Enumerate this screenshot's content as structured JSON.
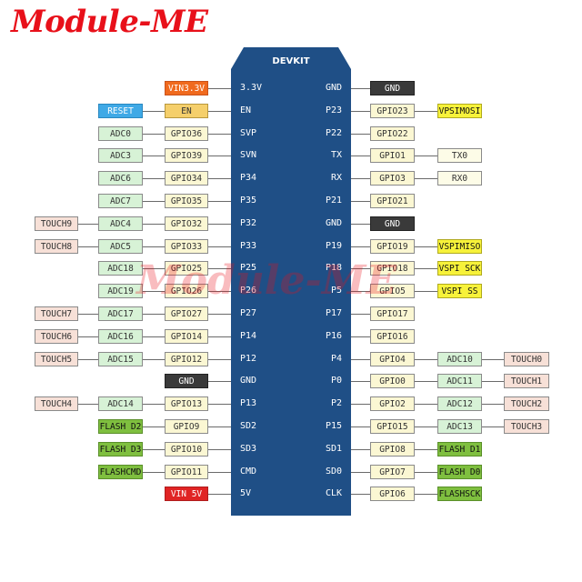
{
  "logo": "Module-ME",
  "watermark": "Module-ME",
  "board": {
    "title": "DEVKIT"
  },
  "left_rows": [
    {
      "pin": "3.3V",
      "gpio": {
        "text": "VIN3.3V",
        "style": "power"
      },
      "adc": null,
      "touch": null
    },
    {
      "pin": "EN",
      "gpio": {
        "text": "EN",
        "style": "en"
      },
      "adc": {
        "text": "RESET",
        "style": "reset"
      },
      "touch": null
    },
    {
      "pin": "SVP",
      "gpio": {
        "text": "GPIO36",
        "style": "gpio"
      },
      "adc": {
        "text": "ADC0",
        "style": "adc"
      },
      "touch": null
    },
    {
      "pin": "SVN",
      "gpio": {
        "text": "GPIO39",
        "style": "gpio"
      },
      "adc": {
        "text": "ADC3",
        "style": "adc"
      },
      "touch": null
    },
    {
      "pin": "P34",
      "gpio": {
        "text": "GPIO34",
        "style": "gpio"
      },
      "adc": {
        "text": "ADC6",
        "style": "adc"
      },
      "touch": null
    },
    {
      "pin": "P35",
      "gpio": {
        "text": "GPIO35",
        "style": "gpio"
      },
      "adc": {
        "text": "ADC7",
        "style": "adc"
      },
      "touch": null
    },
    {
      "pin": "P32",
      "gpio": {
        "text": "GPIO32",
        "style": "gpio"
      },
      "adc": {
        "text": "ADC4",
        "style": "adc"
      },
      "touch": {
        "text": "TOUCH9",
        "style": "touch"
      }
    },
    {
      "pin": "P33",
      "gpio": {
        "text": "GPIO33",
        "style": "gpio"
      },
      "adc": {
        "text": "ADC5",
        "style": "adc"
      },
      "touch": {
        "text": "TOUCH8",
        "style": "touch"
      }
    },
    {
      "pin": "P25",
      "gpio": {
        "text": "GPIO25",
        "style": "gpio"
      },
      "adc": {
        "text": "ADC18",
        "style": "adc"
      },
      "touch": null
    },
    {
      "pin": "P26",
      "gpio": {
        "text": "GPIO26",
        "style": "gpio"
      },
      "adc": {
        "text": "ADC19",
        "style": "adc"
      },
      "touch": null
    },
    {
      "pin": "P27",
      "gpio": {
        "text": "GPIO27",
        "style": "gpio"
      },
      "adc": {
        "text": "ADC17",
        "style": "adc"
      },
      "touch": {
        "text": "TOUCH7",
        "style": "touch"
      }
    },
    {
      "pin": "P14",
      "gpio": {
        "text": "GPIO14",
        "style": "gpio"
      },
      "adc": {
        "text": "ADC16",
        "style": "adc"
      },
      "touch": {
        "text": "TOUCH6",
        "style": "touch"
      }
    },
    {
      "pin": "P12",
      "gpio": {
        "text": "GPIO12",
        "style": "gpio"
      },
      "adc": {
        "text": "ADC15",
        "style": "adc"
      },
      "touch": {
        "text": "TOUCH5",
        "style": "touch"
      }
    },
    {
      "pin": "GND",
      "gpio": {
        "text": "GND",
        "style": "gnd"
      },
      "adc": null,
      "touch": null
    },
    {
      "pin": "P13",
      "gpio": {
        "text": "GPIO13",
        "style": "gpio"
      },
      "adc": {
        "text": "ADC14",
        "style": "adc"
      },
      "touch": {
        "text": "TOUCH4",
        "style": "touch"
      }
    },
    {
      "pin": "SD2",
      "gpio": {
        "text": "GPIO9",
        "style": "gpio"
      },
      "adc": {
        "text": "FLASH D2",
        "style": "flash"
      },
      "touch": null
    },
    {
      "pin": "SD3",
      "gpio": {
        "text": "GPIO10",
        "style": "gpio"
      },
      "adc": {
        "text": "FLASH D3",
        "style": "flash"
      },
      "touch": null
    },
    {
      "pin": "CMD",
      "gpio": {
        "text": "GPIO11",
        "style": "gpio"
      },
      "adc": {
        "text": "FLASHCMD",
        "style": "flash"
      },
      "touch": null
    },
    {
      "pin": "5V",
      "gpio": {
        "text": "VIN 5V",
        "style": "red"
      },
      "adc": null,
      "touch": null
    }
  ],
  "right_rows": [
    {
      "pin": "GND",
      "gpio": {
        "text": "GND",
        "style": "gnd"
      },
      "func": null,
      "touch": null
    },
    {
      "pin": "P23",
      "gpio": {
        "text": "GPIO23",
        "style": "gpio"
      },
      "func": {
        "text": "VPSIMOSI",
        "style": "yellow"
      },
      "touch": null
    },
    {
      "pin": "P22",
      "gpio": {
        "text": "GPIO22",
        "style": "gpio"
      },
      "func": null,
      "touch": null
    },
    {
      "pin": "TX",
      "gpio": {
        "text": "GPIO1",
        "style": "gpio"
      },
      "func": {
        "text": "TX0",
        "style": "tx"
      },
      "touch": null
    },
    {
      "pin": "RX",
      "gpio": {
        "text": "GPIO3",
        "style": "gpio"
      },
      "func": {
        "text": "RX0",
        "style": "tx"
      },
      "touch": null
    },
    {
      "pin": "P21",
      "gpio": {
        "text": "GPIO21",
        "style": "gpio"
      },
      "func": null,
      "touch": null
    },
    {
      "pin": "GND",
      "gpio": {
        "text": "GND",
        "style": "gnd"
      },
      "func": null,
      "touch": null
    },
    {
      "pin": "P19",
      "gpio": {
        "text": "GPIO19",
        "style": "gpio"
      },
      "func": {
        "text": "VSPIMISO",
        "style": "yellow"
      },
      "touch": null
    },
    {
      "pin": "P18",
      "gpio": {
        "text": "GPIO18",
        "style": "gpio"
      },
      "func": {
        "text": "VSPI SCK",
        "style": "yellow"
      },
      "touch": null
    },
    {
      "pin": "P5",
      "gpio": {
        "text": "GPIO5",
        "style": "gpio"
      },
      "func": {
        "text": "VSPI SS",
        "style": "yellow"
      },
      "touch": null
    },
    {
      "pin": "P17",
      "gpio": {
        "text": "GPIO17",
        "style": "gpio"
      },
      "func": null,
      "touch": null
    },
    {
      "pin": "P16",
      "gpio": {
        "text": "GPIO16",
        "style": "gpio"
      },
      "func": null,
      "touch": null
    },
    {
      "pin": "P4",
      "gpio": {
        "text": "GPIO4",
        "style": "gpio"
      },
      "func": {
        "text": "ADC10",
        "style": "adc"
      },
      "touch": {
        "text": "TOUCH0",
        "style": "touch"
      }
    },
    {
      "pin": "P0",
      "gpio": {
        "text": "GPIO0",
        "style": "gpio"
      },
      "func": {
        "text": "ADC11",
        "style": "adc"
      },
      "touch": {
        "text": "TOUCH1",
        "style": "touch"
      }
    },
    {
      "pin": "P2",
      "gpio": {
        "text": "GPIO2",
        "style": "gpio"
      },
      "func": {
        "text": "ADC12",
        "style": "adc"
      },
      "touch": {
        "text": "TOUCH2",
        "style": "touch"
      }
    },
    {
      "pin": "P15",
      "gpio": {
        "text": "GPIO15",
        "style": "gpio"
      },
      "func": {
        "text": "ADC13",
        "style": "adc"
      },
      "touch": {
        "text": "TOUCH3",
        "style": "touch"
      }
    },
    {
      "pin": "SD1",
      "gpio": {
        "text": "GPIO8",
        "style": "gpio"
      },
      "func": {
        "text": "FLASH D1",
        "style": "flash"
      },
      "touch": null
    },
    {
      "pin": "SD0",
      "gpio": {
        "text": "GPIO7",
        "style": "gpio"
      },
      "func": {
        "text": "FLASH D0",
        "style": "flash"
      },
      "touch": null
    },
    {
      "pin": "CLK",
      "gpio": {
        "text": "GPIO6",
        "style": "gpio"
      },
      "func": {
        "text": "FLASHSCK",
        "style": "flash"
      },
      "touch": null
    }
  ]
}
